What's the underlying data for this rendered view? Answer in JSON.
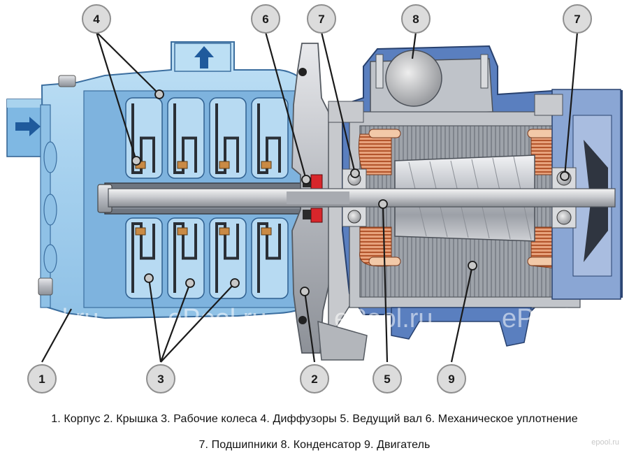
{
  "callouts": [
    {
      "number": "4"
    },
    {
      "number": "6"
    },
    {
      "number": "7"
    },
    {
      "number": "8"
    },
    {
      "number": "7"
    },
    {
      "number": "1"
    },
    {
      "number": "3"
    },
    {
      "number": "2"
    },
    {
      "number": "5"
    },
    {
      "number": "9"
    }
  ],
  "legend": {
    "line1": "1. Корпус  2. Крышка  3. Рабочие колеса  4. Диффузоры  5. Ведущий вал  6. Механическое уплотнение",
    "line2": "7. Подшипники  8. Конденсатор  9. Двигатель"
  },
  "watermark": "ePool.ru",
  "logo": "epool.ru",
  "icons": [
    "inlet-arrow-icon",
    "outlet-arrow-icon"
  ],
  "colors": {
    "pump_body": "#a9d3ee",
    "pump_body_dark": "#4f8fc6",
    "motor_frame": "#5a7fbf",
    "metal": "#b9bcc2",
    "copper": "#c96a3d",
    "seal": "#d8262b"
  }
}
